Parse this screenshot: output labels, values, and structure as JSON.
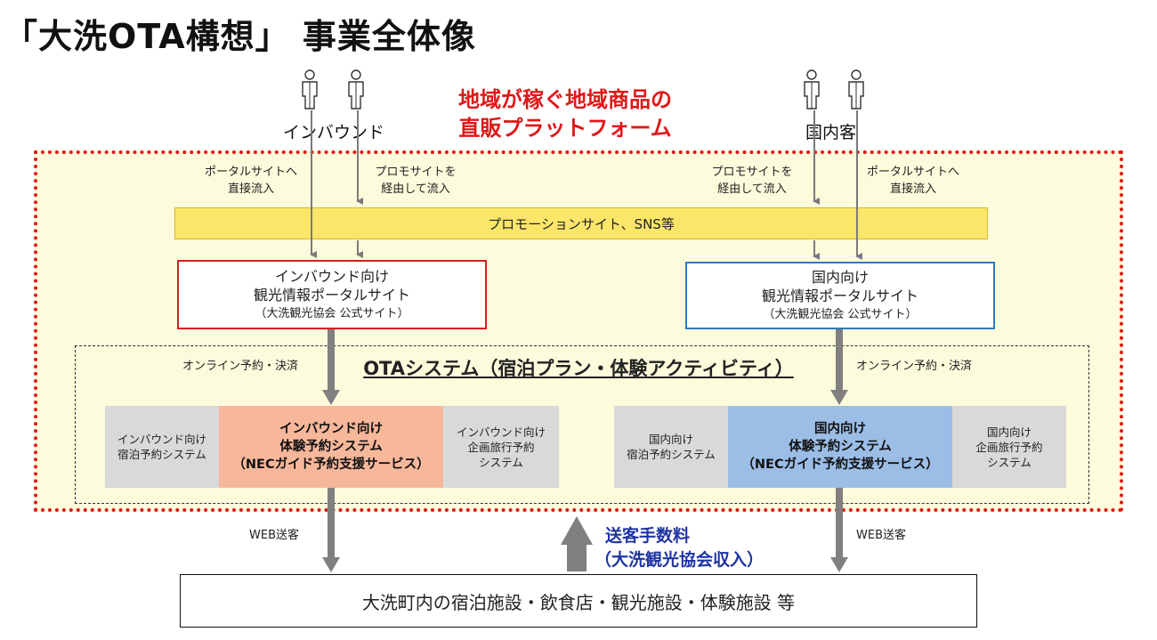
{
  "title": "「大洗OTA構想」 事業全体像",
  "headline": {
    "line1": "地域が稼ぐ地域商品の",
    "line2": "直販プラットフォーム",
    "color": "#e01818"
  },
  "groups": {
    "inbound_label": "インバウンド",
    "domestic_label": "国内客"
  },
  "notes": {
    "left_portal": [
      "ポータルサイトへ",
      "直接流入"
    ],
    "left_promo": [
      "プロモサイトを",
      "経由して流入"
    ],
    "right_promo": [
      "プロモサイトを",
      "経由して流入"
    ],
    "right_portal": [
      "ポータルサイトへ",
      "直接流入"
    ],
    "online_left": "オンライン予約・決済",
    "online_right": "オンライン予約・決済",
    "web_left": "WEB送客",
    "web_right": "WEB送客"
  },
  "promotion_bar": "プロモーションサイト、SNS等",
  "portals": {
    "inbound": {
      "line1": "インバウンド向け",
      "line2": "観光情報ポータルサイト",
      "line3": "（大洗観光協会 公式サイト）",
      "border": "#d42020"
    },
    "domestic": {
      "line1": "国内向け",
      "line2": "観光情報ポータルサイト",
      "line3": "（大洗観光協会 公式サイト）",
      "border": "#2b7bbf"
    }
  },
  "ota_title": "OTAシステム（宿泊プラン・体験アクティビティ）",
  "systems": {
    "inbound": {
      "stay": [
        "インバウンド向け",
        "宿泊予約システム"
      ],
      "main": [
        "インバウンド向け",
        "体験予約システム",
        "（NECガイド予約支援サービス）"
      ],
      "main_color": "#f7b79a",
      "tour": [
        "インバウンド向け",
        "企画旅行予約",
        "システム"
      ]
    },
    "domestic": {
      "stay": [
        "国内向け",
        "宿泊予約システム"
      ],
      "main": [
        "国内向け",
        "体験予約システム",
        "（NECガイド予約支援サービス）"
      ],
      "main_color": "#9bbde6",
      "tour": [
        "国内向け",
        "企画旅行予約",
        "システム"
      ]
    }
  },
  "fee": {
    "line1": "送客手数料",
    "line2": "（大洗観光協会収入）",
    "color": "#1f35a4"
  },
  "facility": "大洗町内の宿泊施設・飲食店・観光施設・体験施設 等",
  "icons": {
    "person": "person-outline-icon"
  }
}
